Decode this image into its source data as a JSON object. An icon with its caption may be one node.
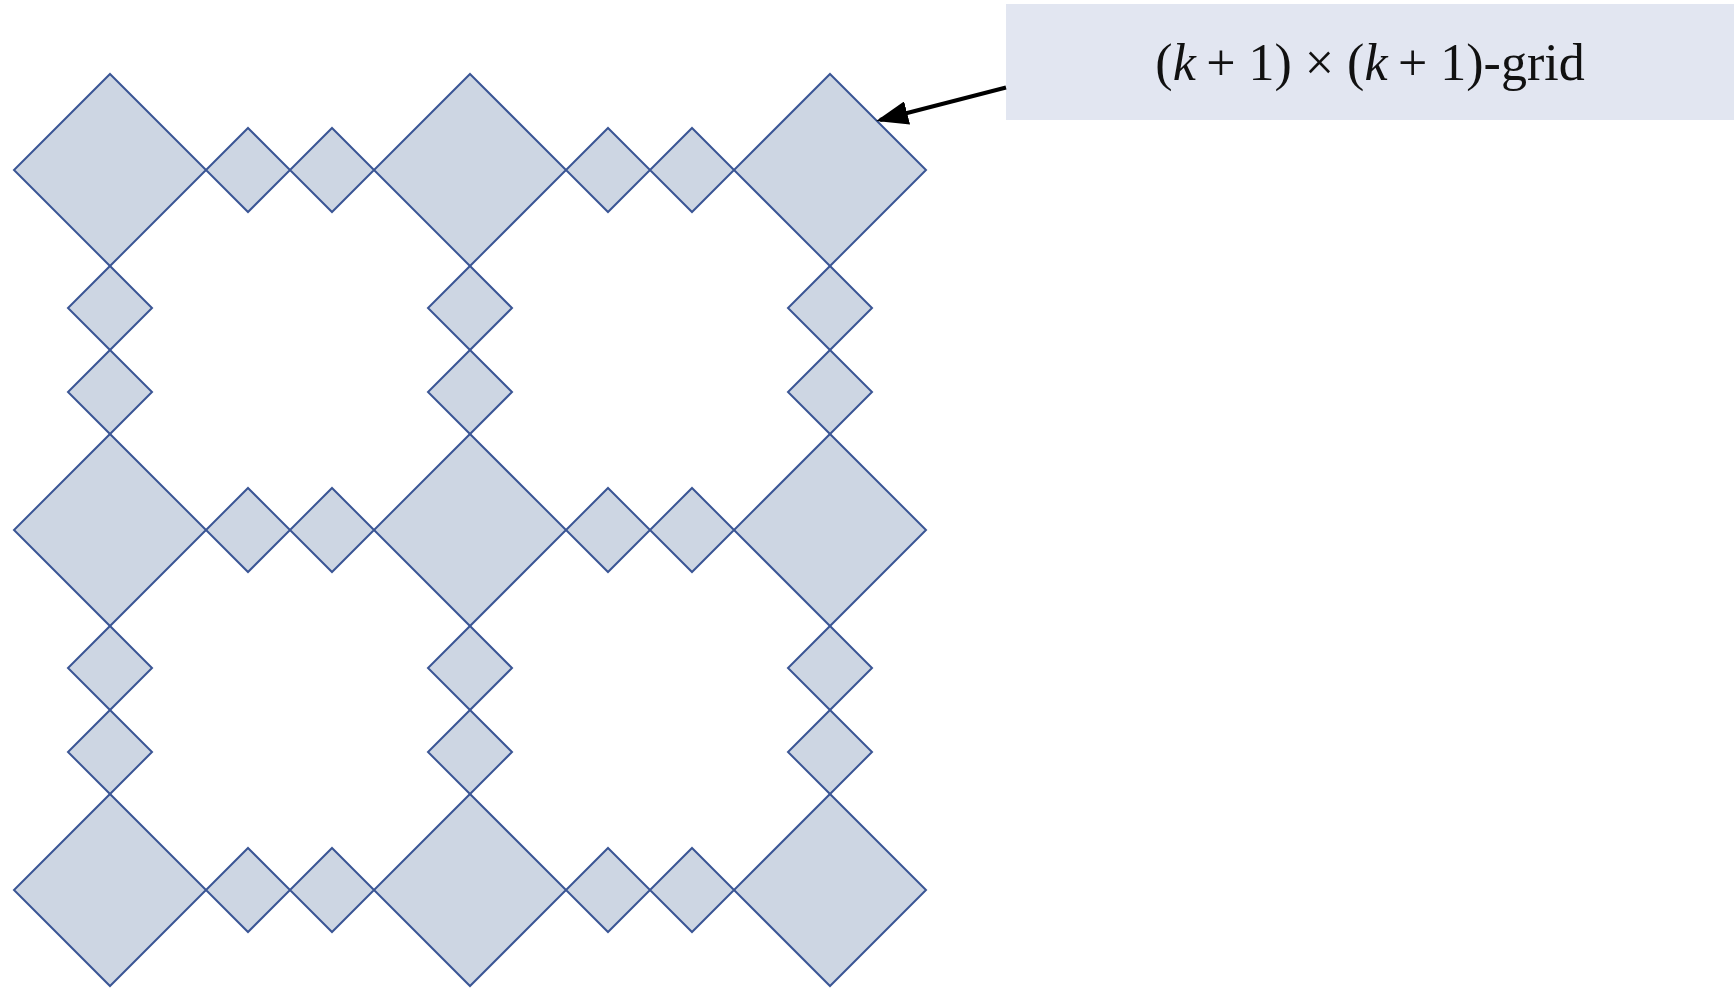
{
  "diagram": {
    "nodes": [
      {
        "text": [
          "(*k* + 1) × (*k* + 1)-grid"
        ]
      },
      {
        "text": [],
        "shape": "diamond"
      }
    ],
    "edges": [
      {
        "from": 0,
        "to": 1,
        "arrow": "to"
      }
    ]
  }
}
